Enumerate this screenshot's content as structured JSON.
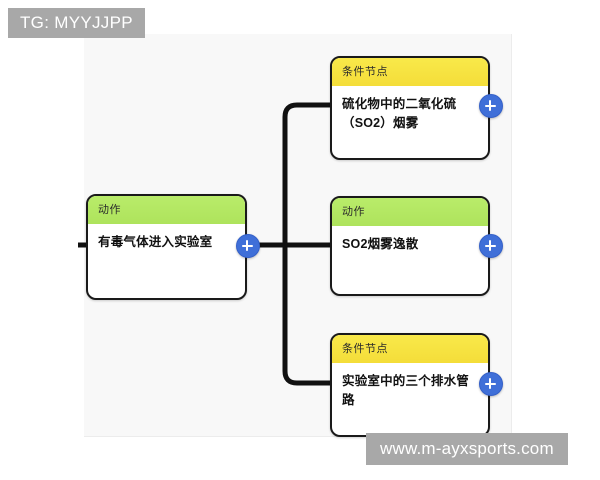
{
  "watermarks": {
    "top_left": "TG: MYYJJPP",
    "bottom_right": "www.m-ayxsports.com"
  },
  "canvas": {
    "background_color": "#f8f8f8",
    "page_background_color": "#ffffff"
  },
  "colors": {
    "action_header": "#b2e85f",
    "condition_header": "#f6e33f",
    "node_border": "#1a1a1a",
    "connector": "#111111",
    "plus_button": "#3f6fd8",
    "node_body_background": "#ffffff"
  },
  "nodes": {
    "root": {
      "type_label": "动作",
      "type_key": "action",
      "text": "有毒气体进入实验室",
      "add_button_label": "+"
    },
    "children": [
      {
        "type_label": "条件节点",
        "type_key": "condition",
        "text": "硫化物中的二氧化硫\n（SO2）烟雾",
        "add_button_label": "+"
      },
      {
        "type_label": "动作",
        "type_key": "action",
        "text": "SO2烟雾逸散",
        "add_button_label": "+"
      },
      {
        "type_label": "条件节点",
        "type_key": "condition",
        "text": "实验室中的三个排水管路",
        "add_button_label": "+"
      }
    ]
  }
}
